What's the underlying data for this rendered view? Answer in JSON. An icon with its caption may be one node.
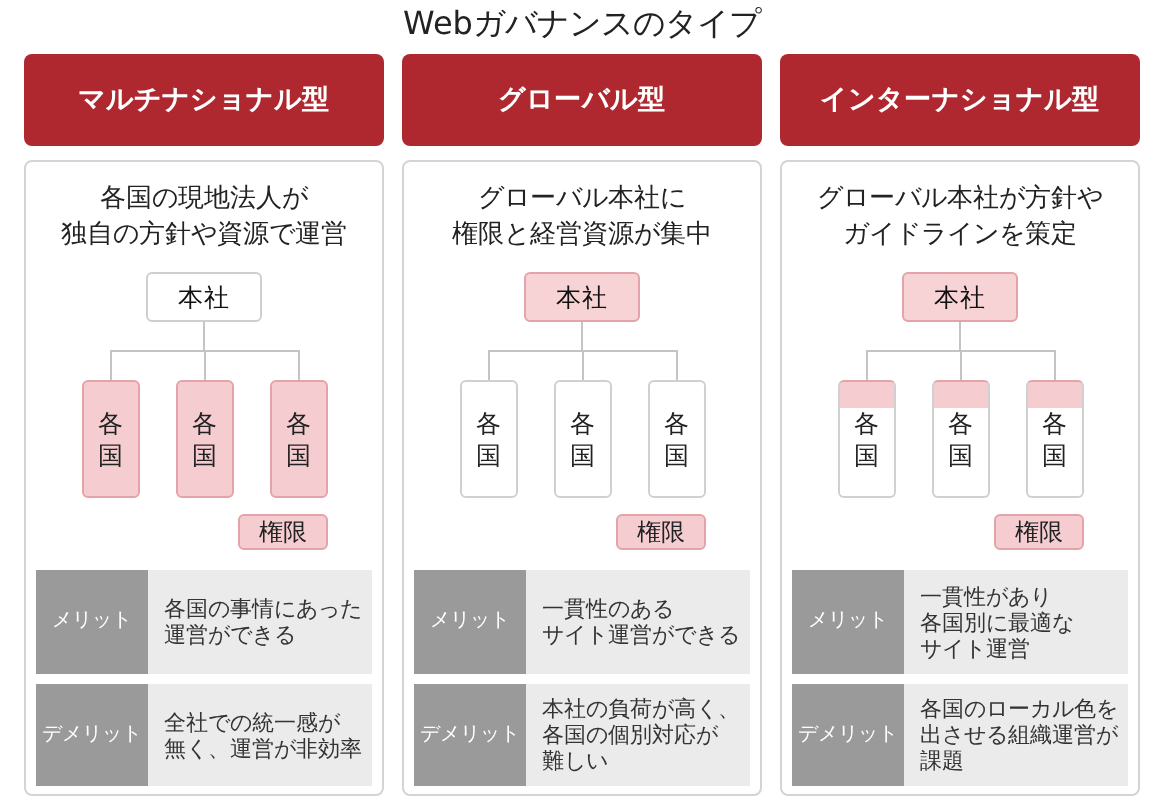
{
  "diagram": {
    "title": "Webガバナンスのタイプ",
    "nodes": [
      {
        "text": [
          "マルチナショナル型"
        ]
      },
      {
        "text": [
          "各国の現地法人が独自の方針や資源で運営"
        ]
      },
      {
        "text": [
          "本社"
        ],
        "in": 1
      },
      {
        "text": [
          "各国"
        ],
        "in": 1
      },
      {
        "text": [
          "各国"
        ],
        "in": 1
      },
      {
        "text": [
          "各国"
        ],
        "in": 1
      },
      {
        "text": [
          "権限"
        ],
        "in": 1
      },
      {
        "text": [
          "メリット"
        ],
        "in": 1
      },
      {
        "text": [
          "各国の事情にあった運営ができる"
        ],
        "in": 1
      },
      {
        "text": [
          "デメリット"
        ],
        "in": 1
      },
      {
        "text": [
          "全社での統一感が無く、運営が非効率"
        ],
        "in": 1
      },
      {
        "text": [
          "グローバル型"
        ]
      },
      {
        "text": [
          "グローバル本社に権限と経営資源が集中"
        ]
      },
      {
        "text": [
          "本社"
        ],
        "in": 12
      },
      {
        "text": [
          "各国"
        ],
        "in": 12
      },
      {
        "text": [
          "各国"
        ],
        "in": 12
      },
      {
        "text": [
          "各国"
        ],
        "in": 12
      },
      {
        "text": [
          "権限"
        ],
        "in": 12
      },
      {
        "text": [
          "メリット"
        ],
        "in": 12
      },
      {
        "text": [
          "一貫性のあるサイト運営ができる"
        ],
        "in": 12
      },
      {
        "text": [
          "デメリット"
        ],
        "in": 12
      },
      {
        "text": [
          "本社の負荷が高く、各国の個別対応が難しい"
        ],
        "in": 12
      },
      {
        "text": [
          "インターナショナル型"
        ]
      },
      {
        "text": [
          "グローバル本社が方針やガイドラインを策定"
        ]
      },
      {
        "text": [
          "本社"
        ],
        "in": 23
      },
      {
        "text": [
          "各国"
        ],
        "in": 23
      },
      {
        "text": [
          "各国"
        ],
        "in": 23
      },
      {
        "text": [
          "各国"
        ],
        "in": 23
      },
      {
        "text": [
          "権限"
        ],
        "in": 23
      },
      {
        "text": [
          "メリット"
        ],
        "in": 23
      },
      {
        "text": [
          "一貫性があり各国別に最適なサイト運営"
        ],
        "in": 23
      },
      {
        "text": [
          "デメリット"
        ],
        "in": 23
      },
      {
        "text": [
          "各国のローカル色を出させる組織運営が課題"
        ],
        "in": 23
      }
    ],
    "edges": [
      {
        "from": 2,
        "to": 3,
        "arrow": "none"
      },
      {
        "from": 2,
        "to": 4,
        "arrow": "none"
      },
      {
        "from": 2,
        "to": 5,
        "arrow": "none"
      },
      {
        "from": 13,
        "to": 14,
        "arrow": "none"
      },
      {
        "from": 13,
        "to": 15,
        "arrow": "none"
      },
      {
        "from": 13,
        "to": 16,
        "arrow": "none"
      },
      {
        "from": 24,
        "to": 25,
        "arrow": "none"
      },
      {
        "from": 24,
        "to": 26,
        "arrow": "none"
      },
      {
        "from": 24,
        "to": 27,
        "arrow": "none"
      }
    ]
  }
}
